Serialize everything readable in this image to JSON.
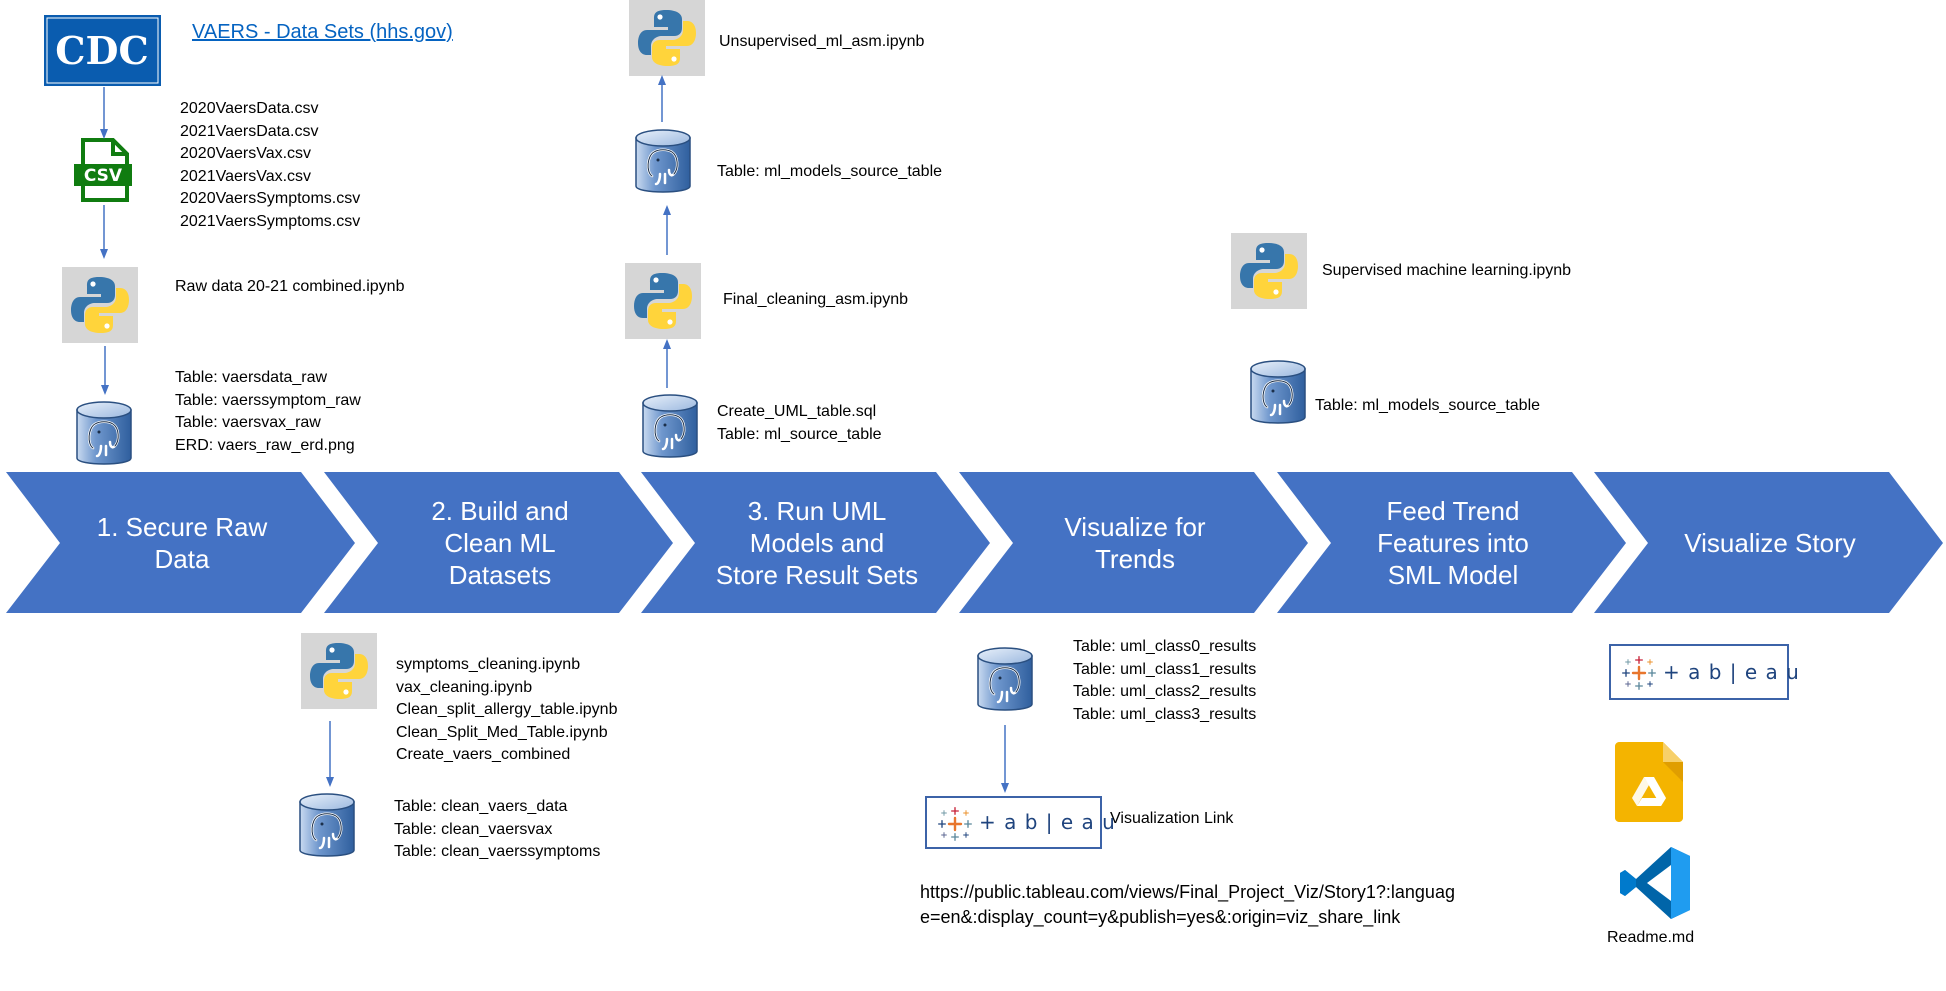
{
  "source": {
    "link": "VAERS - Data Sets (hhs.gov)",
    "logo_text": "CDC"
  },
  "csv_label": "CSV",
  "csv_files": [
    "2020VaersData.csv",
    "2021VaersData.csv",
    "2020VaersVax.csv",
    "2021VaersVax.csv",
    "2020VaersSymptoms.csv",
    "2021VaersSymptoms.csv"
  ],
  "raw_notebook": "Raw data 20-21 combined.ipynb",
  "raw_tables": [
    "Table:  vaersdata_raw",
    "Table:  vaerssymptom_raw",
    "Table:  vaersvax_raw",
    "ERD: vaers_raw_erd.png"
  ],
  "clean_notebooks": [
    "symptoms_cleaning.ipynb",
    "vax_cleaning.ipynb",
    "Clean_split_allergy_table.ipynb",
    "Clean_Split_Med_Table.ipynb",
    "Create_vaers_combined"
  ],
  "clean_tables": [
    "Table:  clean_vaers_data",
    "Table:  clean_vaersvax",
    "Table:  clean_vaerssymptoms"
  ],
  "uml": {
    "notebook": "Unsupervised_ml_asm.ipynb",
    "source_table": "Table:  ml_models_source_table",
    "final_cleaning": "Final_cleaning_asm.ipynb",
    "create_sql": "Create_UML_table.sql",
    "ml_source": "Table:  ml_source_table"
  },
  "sml": {
    "notebook": "Supervised machine learning.ipynb",
    "source_table": "Table:  ml_models_source_table"
  },
  "results_tables": [
    "Table:  uml_class0_results",
    "Table: uml_class1_results",
    "Table: uml_class2_results",
    "Table: uml_class3_results"
  ],
  "tableau_wordmark": "+ a b | e a u",
  "viz_link_label": "Visualization Link",
  "viz_url_lines": [
    "https://public.tableau.com/views/Final_Project_Viz/Story1?:languag",
    "e=en&:display_count=y&publish=yes&:origin=viz_share_link"
  ],
  "readme": "Readme.md",
  "steps": [
    "1. Secure Raw\nData",
    "2. Build and\nClean ML\nDatasets",
    "3. Run UML\nModels and\nStore Result Sets",
    "Visualize for\nTrends",
    "Feed Trend\nFeatures into\nSML Model",
    "Visualize Story"
  ],
  "colors": {
    "chevron": "#4472c4",
    "arrow": "#4472c4",
    "link": "#0563c1",
    "csv_green": "#107c10",
    "db_blue": "#5b8bc6"
  }
}
